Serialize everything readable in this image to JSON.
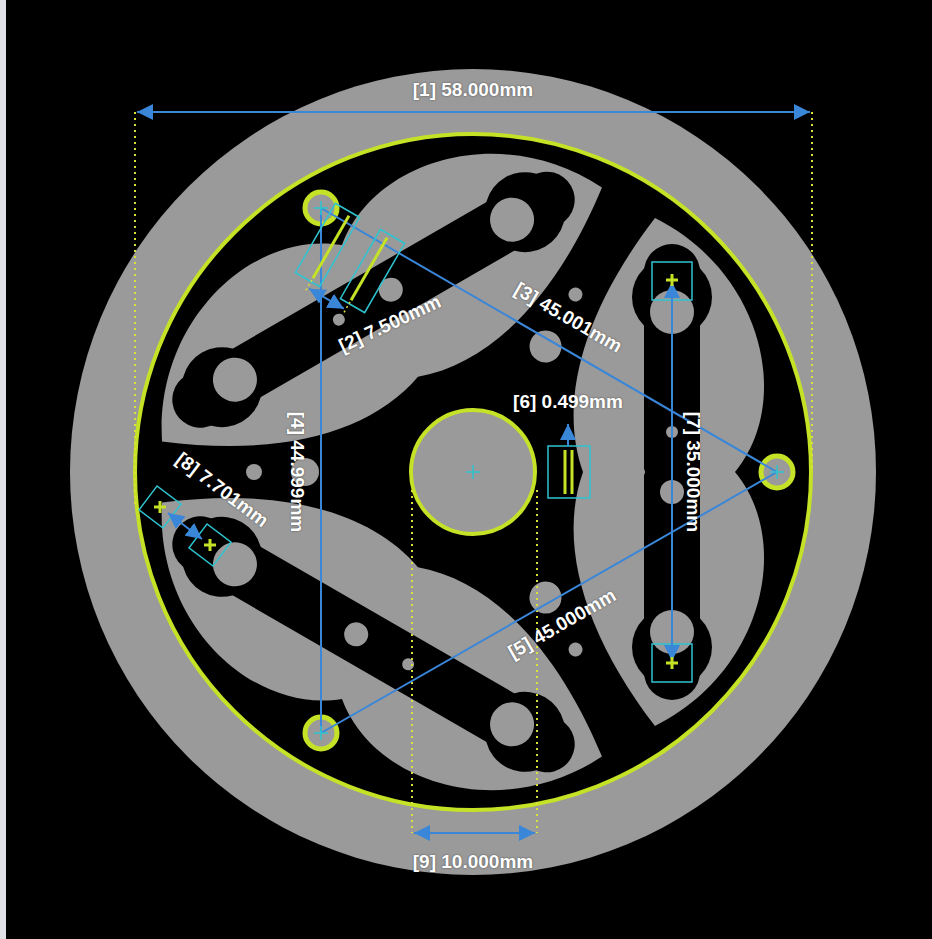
{
  "diagram": {
    "labels": [
      "[1] 58.000mm",
      "[2] 7.500mm",
      "[3] 45.001mm",
      "[4] 44.999mm",
      "[5] 45.000mm",
      "[6] 0.499mm",
      "[7] 35.000mm",
      "[8] 7.701mm",
      "[9] 10.000mm"
    ]
  }
}
